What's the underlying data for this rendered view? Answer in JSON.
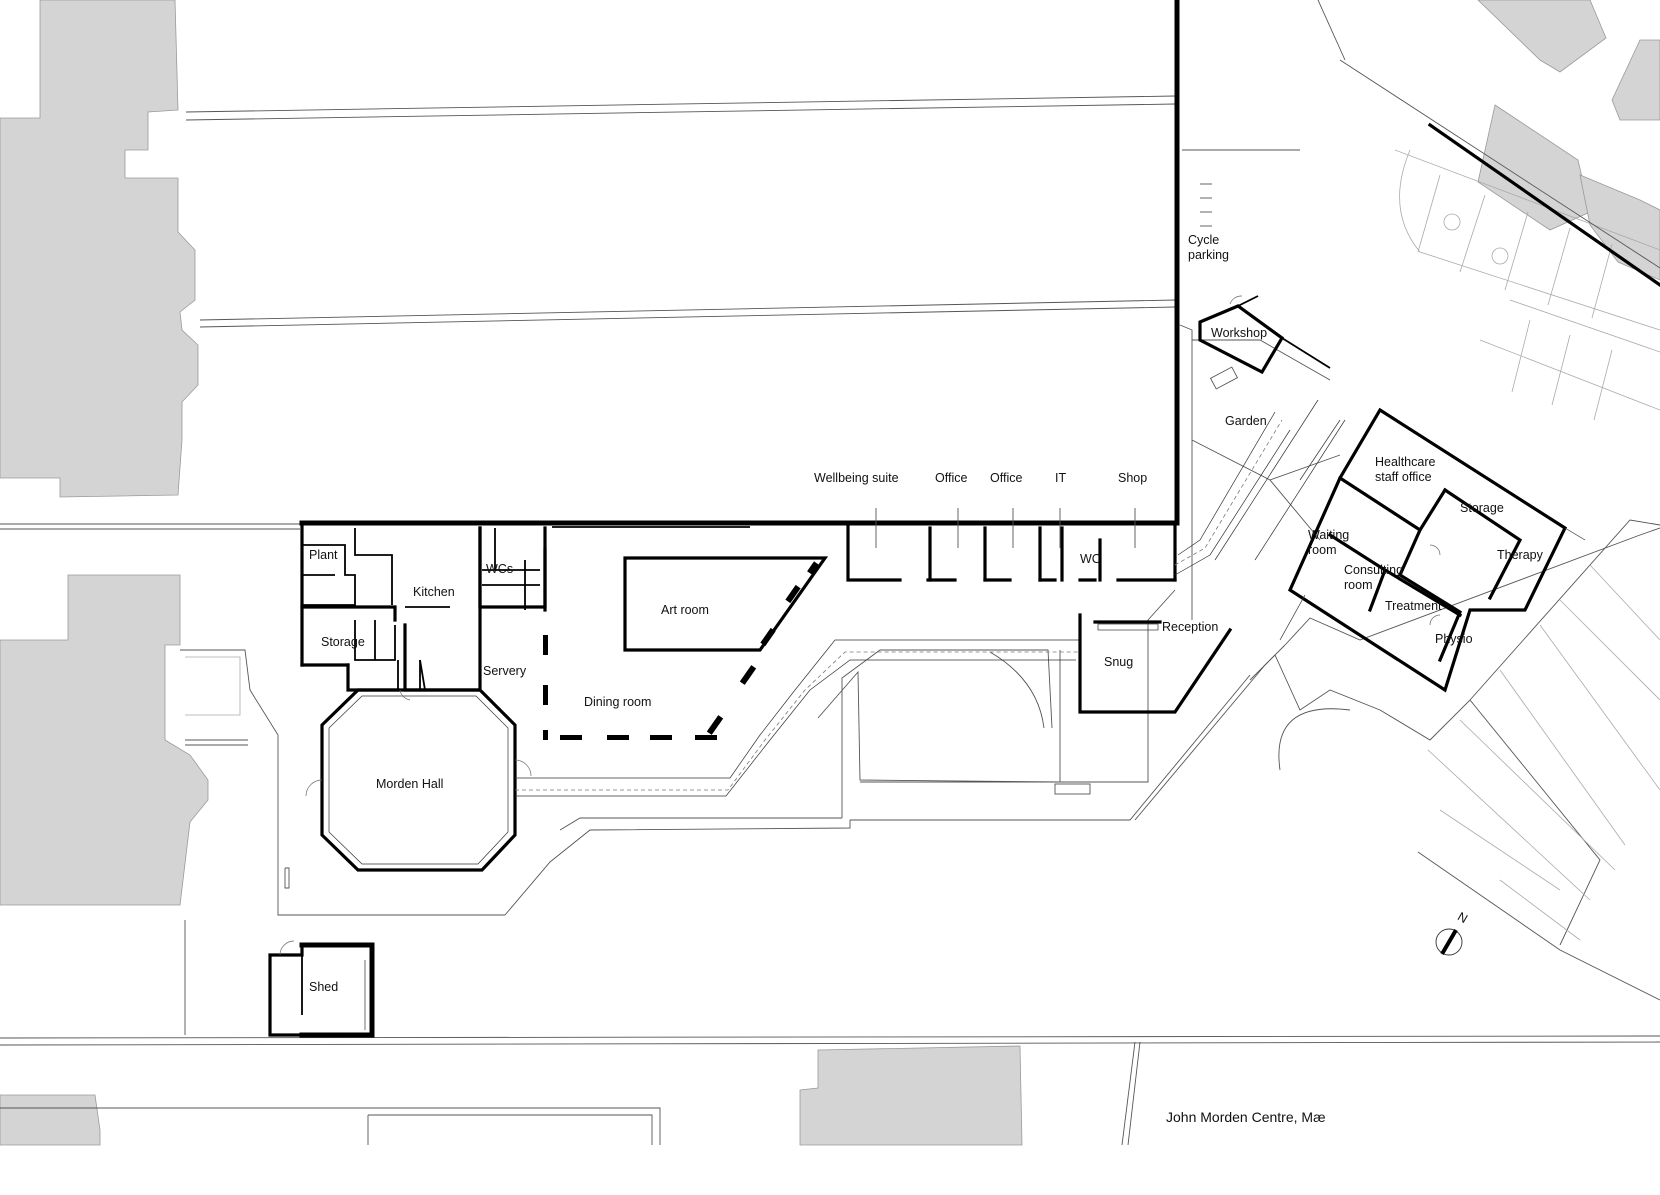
{
  "caption": "John Morden Centre, Mæ",
  "north_label": "N",
  "rooms": {
    "plant": "Plant",
    "kitchen": "Kitchen",
    "wcs": "WCs",
    "storage_west": "Storage",
    "servery": "Servery",
    "art_room": "Art room",
    "dining_room": "Dining room",
    "morden_hall": "Morden Hall",
    "shed": "Shed",
    "wellbeing_suite": "Wellbeing suite",
    "office_1": "Office",
    "office_2": "Office",
    "it": "IT",
    "shop": "Shop",
    "wc": "WC",
    "reception": "Reception",
    "snug": "Snug",
    "cycle_parking_1": "Cycle",
    "cycle_parking_2": "parking",
    "workshop": "Workshop",
    "garden": "Garden",
    "healthcare_1": "Healthcare",
    "healthcare_2": "staff office",
    "storage_east": "Storage",
    "waiting_1": "Waiting",
    "waiting_2": "room",
    "therapy": "Therapy",
    "consulting_1": "Consulting",
    "consulting_2": "room",
    "treatment": "Treatment",
    "physio": "Physio"
  }
}
